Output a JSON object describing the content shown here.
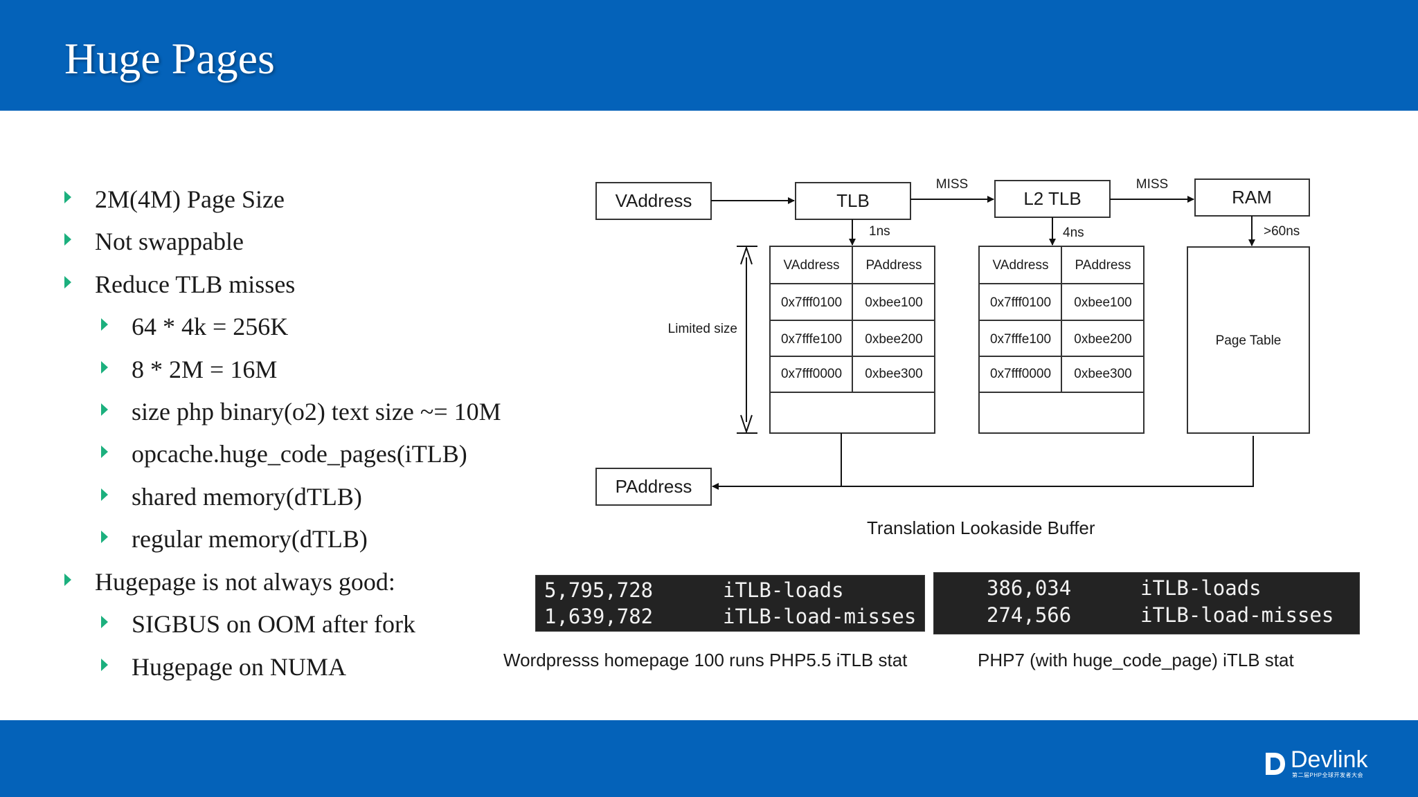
{
  "slide": {
    "title": "Huge Pages"
  },
  "bullets": [
    {
      "level": 1,
      "text": "2M(4M) Page Size"
    },
    {
      "level": 1,
      "text": "Not swappable"
    },
    {
      "level": 1,
      "text": "Reduce TLB misses"
    },
    {
      "level": 2,
      "text": "64 * 4k = 256K"
    },
    {
      "level": 2,
      "text": "8 * 2M = 16M"
    },
    {
      "level": 2,
      "text": "size php binary(o2) text size ~= 10M"
    },
    {
      "level": 2,
      "text": "opcache.huge_code_pages(iTLB)"
    },
    {
      "level": 2,
      "text": "shared memory(dTLB)"
    },
    {
      "level": 2,
      "text": "regular memory(dTLB)"
    },
    {
      "level": 1,
      "text": "Hugepage is not always good:"
    },
    {
      "level": 2,
      "text": "SIGBUS on OOM after fork"
    },
    {
      "level": 2,
      "text": "Hugepage on NUMA"
    }
  ],
  "diagram": {
    "vaddress_box": "VAddress",
    "tlb_box": "TLB",
    "l2tlb_box": "L2 TLB",
    "ram_box": "RAM",
    "paddress_box": "PAddress",
    "miss_label_1": "MISS",
    "miss_label_2": "MISS",
    "tlb_latency": "1ns",
    "l2tlb_latency": "4ns",
    "ram_latency": ">60ns",
    "limited_size_label": "Limited size",
    "page_table_label": "Page Table",
    "tlb_table": {
      "headers": [
        "VAddress",
        "PAddress"
      ],
      "rows": [
        [
          "0x7fff0100",
          "0xbee100"
        ],
        [
          "0x7fffe100",
          "0xbee200"
        ],
        [
          "0x7fff0000",
          "0xbee300"
        ]
      ]
    },
    "l2tlb_table": {
      "headers": [
        "VAddress",
        "PAddress"
      ],
      "rows": [
        [
          "0x7fff0100",
          "0xbee100"
        ],
        [
          "0x7fffe100",
          "0xbee200"
        ],
        [
          "0x7fff0000",
          "0xbee300"
        ]
      ]
    },
    "caption": "Translation Lookaside Buffer"
  },
  "stats": {
    "php55": {
      "lines": [
        {
          "value": "5,795,728",
          "event": "iTLB-loads"
        },
        {
          "value": "1,639,782",
          "event": "iTLB-load-misses"
        }
      ],
      "caption": "Wordpresss homepage 100 runs PHP5.5 iTLB stat"
    },
    "php7": {
      "lines": [
        {
          "value": "386,034",
          "event": "iTLB-loads"
        },
        {
          "value": "274,566",
          "event": "iTLB-load-misses"
        }
      ],
      "caption": "PHP7 (with huge_code_page) iTLB stat"
    }
  },
  "logo": {
    "name": "Devlink",
    "tagline": "第二届PHP全球开发者大会"
  },
  "colors": {
    "header_bg": "#0462b9",
    "bullet_arrow": "#1cb07e",
    "terminal_bg": "#232323"
  }
}
